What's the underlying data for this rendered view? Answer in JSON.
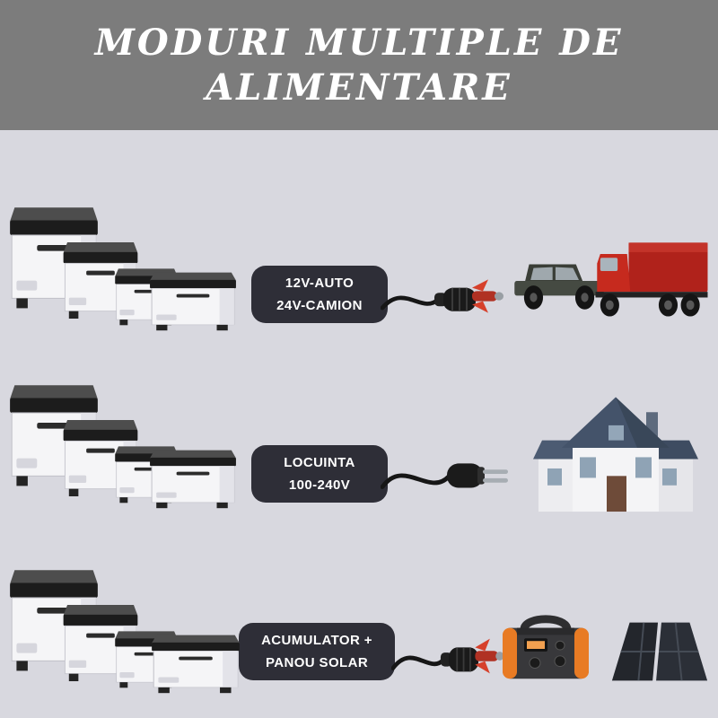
{
  "page": {
    "bg_color": "#d8d8df"
  },
  "header": {
    "title_line1": "MODURI MULTIPLE DE",
    "title_line2": "ALIMENTARE",
    "bg_color": "#7c7c7c",
    "text_color": "#ffffff"
  },
  "rows": [
    {
      "name": "vehicle-power",
      "label_line1": "12V-AUTO",
      "label_line2": "24V-CAMION",
      "plug_icon": "car-charger-plug-icon",
      "left_icon": "fridge-stack",
      "right_icons": [
        "jeep-icon",
        "red-truck-icon"
      ]
    },
    {
      "name": "home-power",
      "label_line1": "LOCUINTA",
      "label_line2": "100-240V",
      "plug_icon": "eu-plug-icon",
      "left_icon": "fridge-stack",
      "right_icons": [
        "house-icon"
      ]
    },
    {
      "name": "battery-solar-power",
      "label_line1": "ACUMULATOR +",
      "label_line2": "PANOU SOLAR",
      "plug_icon": "car-charger-plug-icon",
      "left_icon": "fridge-stack",
      "right_icons": [
        "power-station-icon",
        "solar-panel-icon"
      ]
    }
  ],
  "colors": {
    "pill_bg": "#2e2e37",
    "pill_text": "#ffffff",
    "header_gray": "#7c7c7c",
    "background": "#d8d8df",
    "truck_red": "#c02a1e",
    "house_roof_blue": "#44536a",
    "power_station_orange": "#e87b24",
    "plug_tip_red": "#d6402b"
  }
}
